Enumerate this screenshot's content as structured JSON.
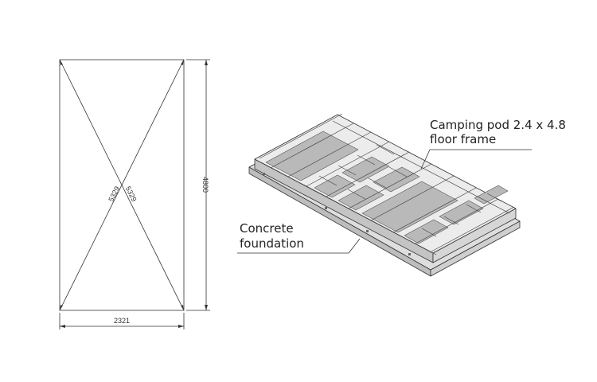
{
  "plan_view": {
    "width_dimension": "2321",
    "length_dimension": "4800",
    "diagonal_a": "5329",
    "diagonal_b": "5329"
  },
  "callouts": {
    "floor_frame_line1": "Camping pod 2.4 x 4.8",
    "floor_frame_line2": "floor frame",
    "foundation_line1": "Concrete",
    "foundation_line2": "foundation"
  },
  "colors": {
    "line": "#333333",
    "frame_top": "#ececec",
    "frame_side": "#c4c4c4",
    "panel": "#b9b9b9",
    "slab_top": "#dedede",
    "slab_side": "#bdbdbd"
  }
}
